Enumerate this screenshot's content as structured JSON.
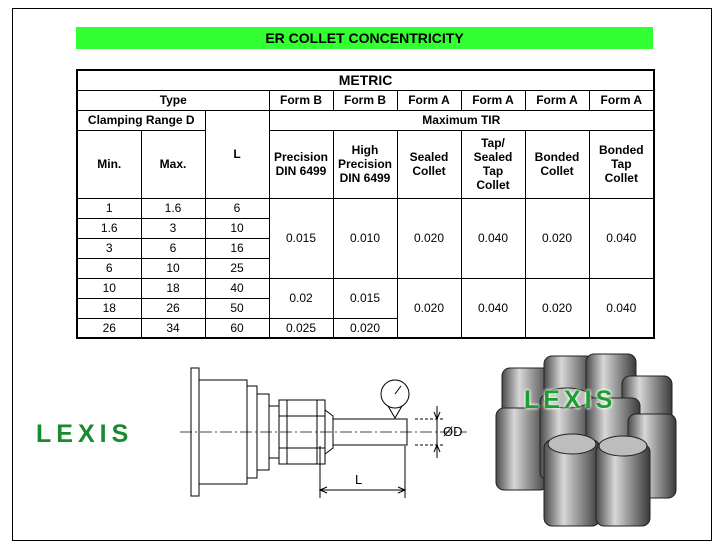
{
  "banner": "ER COLLET CONCENTRICITY",
  "table": {
    "metric": "METRIC",
    "type_label": "Type",
    "forms": [
      "Form B",
      "Form B",
      "Form A",
      "Form A",
      "Form A",
      "Form A"
    ],
    "clamping_range": "Clamping Range D",
    "l_label": "L",
    "max_tir": "Maximum TIR",
    "min_label": "Min.",
    "max_label": "Max.",
    "collets": [
      [
        "Precision",
        "DIN 6499"
      ],
      [
        "High",
        "Precision",
        "DIN 6499"
      ],
      [
        "Sealed",
        "Collet"
      ],
      [
        "Tap/",
        "Sealed",
        "Tap",
        "Collet"
      ],
      [
        "Bonded",
        "Collet"
      ],
      [
        "Bonded",
        "Tap",
        "Collet"
      ]
    ],
    "rows": [
      [
        "1",
        "1.6",
        "6"
      ],
      [
        "1.6",
        "3",
        "10"
      ],
      [
        "3",
        "6",
        "16"
      ],
      [
        "6",
        "10",
        "25"
      ],
      [
        "10",
        "18",
        "40"
      ],
      [
        "18",
        "26",
        "50"
      ],
      [
        "26",
        "34",
        "60"
      ]
    ],
    "group1": {
      "precision": "0.015",
      "high_precision": "0.010",
      "sealed": "0.020",
      "tap_sealed": "0.040",
      "bonded": "0.020",
      "bonded_tap": "0.040"
    },
    "group2": {
      "precision": "0.02",
      "high_precision": "0.015",
      "sealed": "0.020",
      "tap_sealed": "0.040",
      "bonded": "0.020",
      "bonded_tap": "0.040"
    },
    "group3": {
      "precision": "0.025",
      "high_precision": "0.020"
    }
  },
  "diagram": {
    "diameter_label": "ØD",
    "length_label": "L"
  },
  "logo": {
    "left": "LEXIS",
    "photo": "LEXIS"
  },
  "colors": {
    "banner": "#33ff33",
    "logo": "#1a8a2e"
  }
}
